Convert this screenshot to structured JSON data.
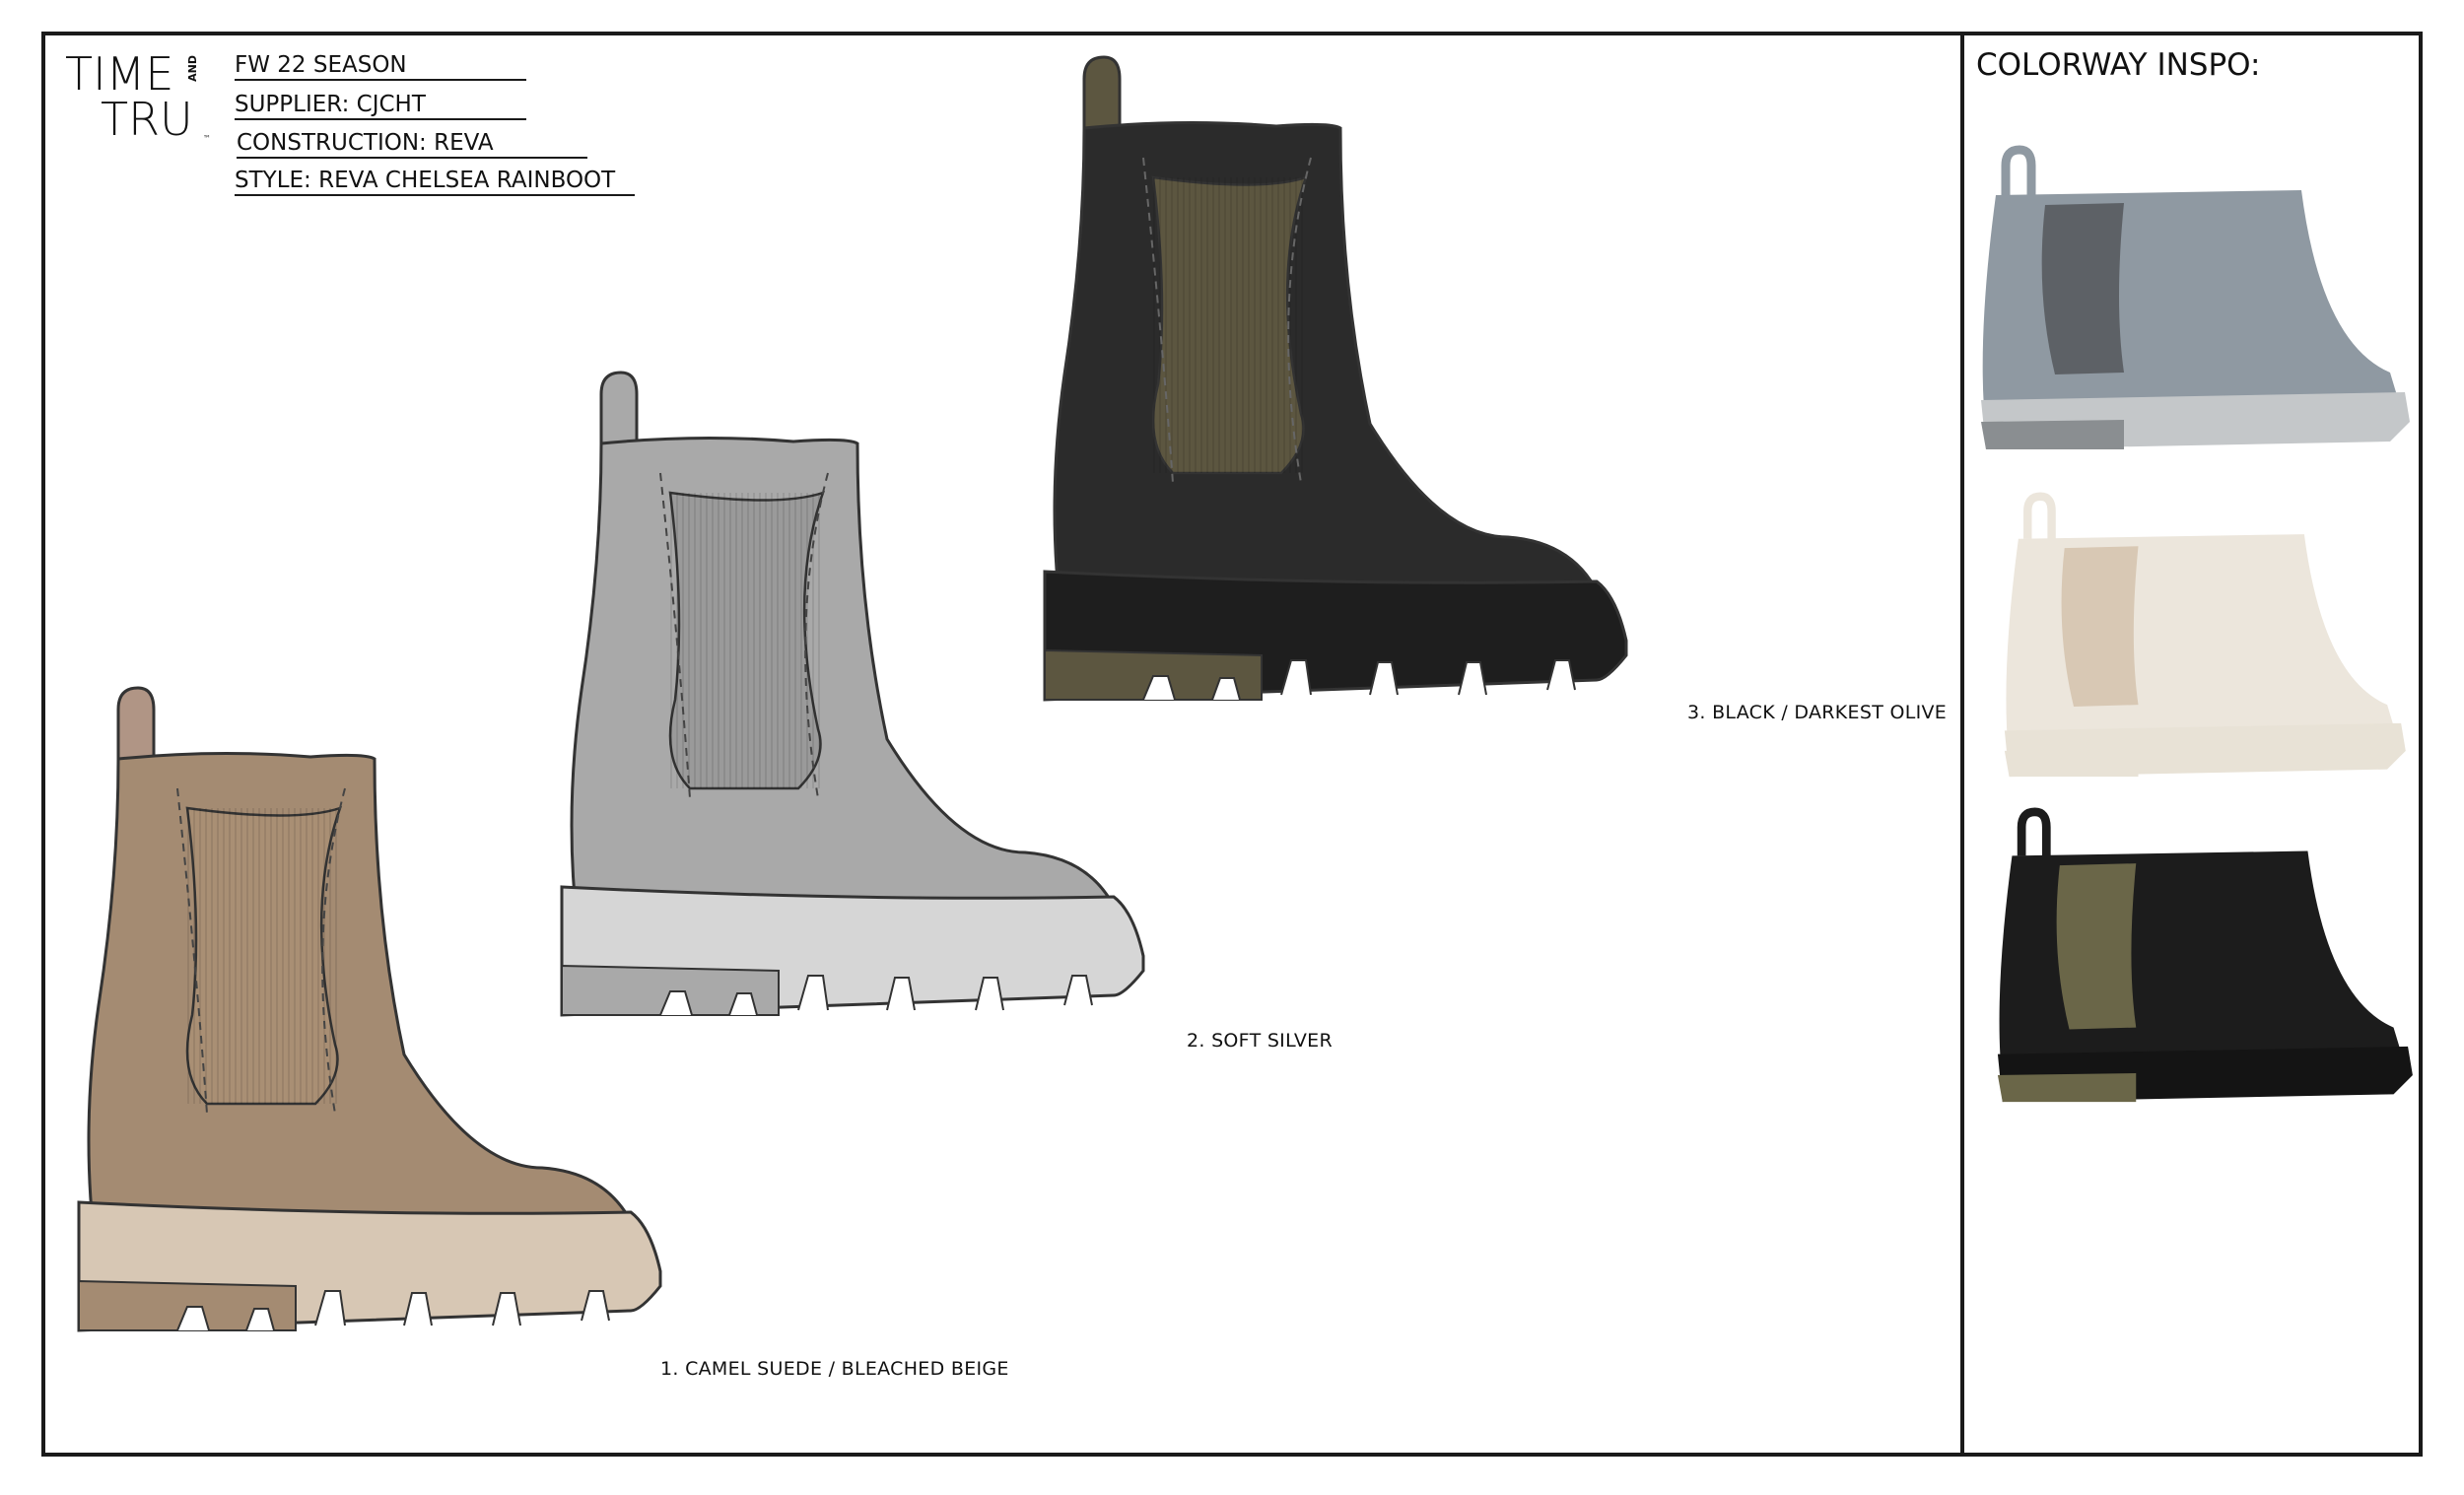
{
  "logo": {
    "line1": "TIME",
    "line2": "TRU",
    "and": "AND",
    "tm": "™"
  },
  "spec": {
    "season": "FW 22 SEASON",
    "supplier": "SUPPLIER: CJCHT",
    "construction": "CONSTRUCTION: REVA",
    "style": "STYLE: REVA CHELSEA RAINBOOT"
  },
  "colorway_title": "COLORWAY INSPO:",
  "boots": [
    {
      "caption": "1. CAMEL SUEDE / BLEACHED BEIGE",
      "upper": "#a48b72",
      "gore": "#a98f74",
      "sole": "#d7c7b4",
      "heel": "#a48b72",
      "tab": "#b09585"
    },
    {
      "caption": "2. SOFT SILVER",
      "upper": "#a9a9a9",
      "gore": "#9a9a9a",
      "sole": "#d6d6d6",
      "heel": "#a9a9a9",
      "tab": "#a9a9a9"
    },
    {
      "caption": "3. BLACK / DARKEST OLIVE",
      "upper": "#2b2b2b",
      "gore": "#5c5640",
      "sole": "#1e1e1e",
      "heel": "#5c5640",
      "tab": "#5c5640"
    }
  ],
  "inspo": [
    {
      "name": "grey",
      "upper": "#8f99a2",
      "gore": "#5d6166",
      "sole": "#c4c7c9",
      "heel": "#8a8e91"
    },
    {
      "name": "cream",
      "upper": "#ece6dc",
      "gore": "#d8c8b4",
      "sole": "#e8e2d6",
      "heel": "#e8e2d6"
    },
    {
      "name": "black",
      "upper": "#1c1c1c",
      "gore": "#6a6648",
      "sole": "#141414",
      "heel": "#6a6648"
    }
  ]
}
